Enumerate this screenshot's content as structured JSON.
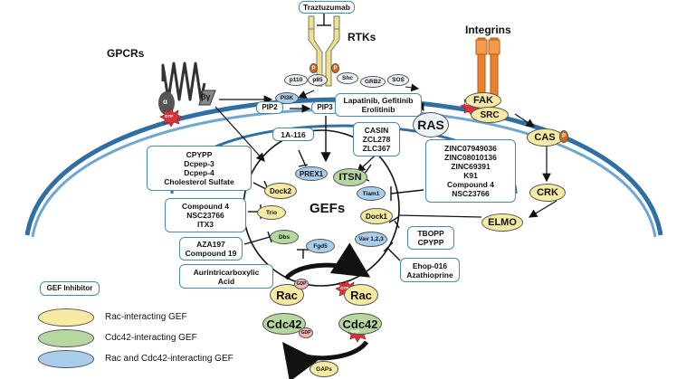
{
  "receptors": {
    "gpcrs": "GPCRs",
    "rtks": "RTKs",
    "integrins": "Integrins",
    "traztuzumab": "Traztuzumab"
  },
  "gpcr_subunits": {
    "alpha": "α",
    "beta_gamma": "βγ",
    "gtp": "GTP"
  },
  "rtk_adaptors": {
    "p110": "p110",
    "p85": "p85",
    "phospho": "P",
    "shc": "Shc",
    "grb2": "GRB2",
    "sos": "SOS"
  },
  "pathway": {
    "pi3k": "PI3K",
    "pip2": "PIP2",
    "pip3": "PIP3",
    "ras": "RAS",
    "fak": "FAK",
    "src": "SRC",
    "cas": "CAS",
    "crk": "CRK",
    "elmo": "ELMO",
    "gtp": "GTP"
  },
  "inhibitor_boxes": {
    "rtk": [
      "Lapatinib, Gefitinib",
      "Erolitinib"
    ],
    "prex1": [
      "1A-116"
    ],
    "itsn": [
      "CASIN",
      "ZCL278",
      "ZLC367"
    ],
    "tiam1": [
      "ZINC07949036",
      "ZINC08010136",
      "ZINC69391",
      "K91",
      "Compound 4",
      "NSC23766"
    ],
    "dock2": [
      "CPYPP",
      "Dcpep-3",
      "Dcpep-4",
      "Cholesterol Sulfate"
    ],
    "trio": [
      "Compound 4",
      "NSC23766",
      "ITX3"
    ],
    "dbs": [
      "AZA197",
      "Compound 19"
    ],
    "fgd5": [
      "Aurintricarboxylic",
      "Acid"
    ],
    "dock1": [
      "TBOPP",
      "CPYPP"
    ],
    "vav": [
      "Ehop-016",
      "Azathioprine"
    ]
  },
  "gefs": {
    "title": "GEFs",
    "prex1": "PREX1",
    "itsn": "ITSN",
    "dock2": "Dock2",
    "tiam1": "Tiam1",
    "trio": "Trio",
    "dock1": "Dock1",
    "dbs": "Dbs",
    "fgd5": "Fgd5",
    "vav": "Vav 1,2,3"
  },
  "gtpases": {
    "rac": "Rac",
    "cdc42": "Cdc42",
    "gdp": "GDP",
    "gtp": "GTP",
    "gaps": "GAPs"
  },
  "legend": {
    "inhibitor": "GEF Inhibitor",
    "rac": "Rac-interacting GEF",
    "cdc42": "Cdc42-interacting GEF",
    "both": "Rac and Cdc42-interacting GEF"
  },
  "colors": {
    "rac": "#f7eaa2",
    "cdc42": "#b7d7a0",
    "both": "#a9cdea",
    "membrane": "#2f6fa3",
    "integrin": "#e8822e",
    "gtp_star": "#d9333a"
  }
}
